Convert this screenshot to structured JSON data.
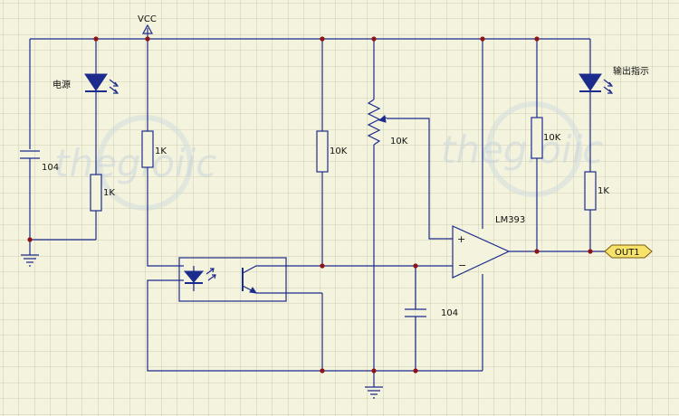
{
  "labels": {
    "vcc": "VCC",
    "led_power": "电源",
    "cap_left": "104",
    "r1": "1K",
    "r2": "1K",
    "r_mid": "10K",
    "pot": "10K",
    "r_right": "10K",
    "r_led": "1K",
    "opamp": "LM393",
    "plus": "+",
    "minus": "−",
    "cap_mid": "104",
    "led_out": "输出指示",
    "out": "OUT1"
  },
  "watermark": {
    "left": "thegioiic",
    "right": "thegioiic"
  }
}
